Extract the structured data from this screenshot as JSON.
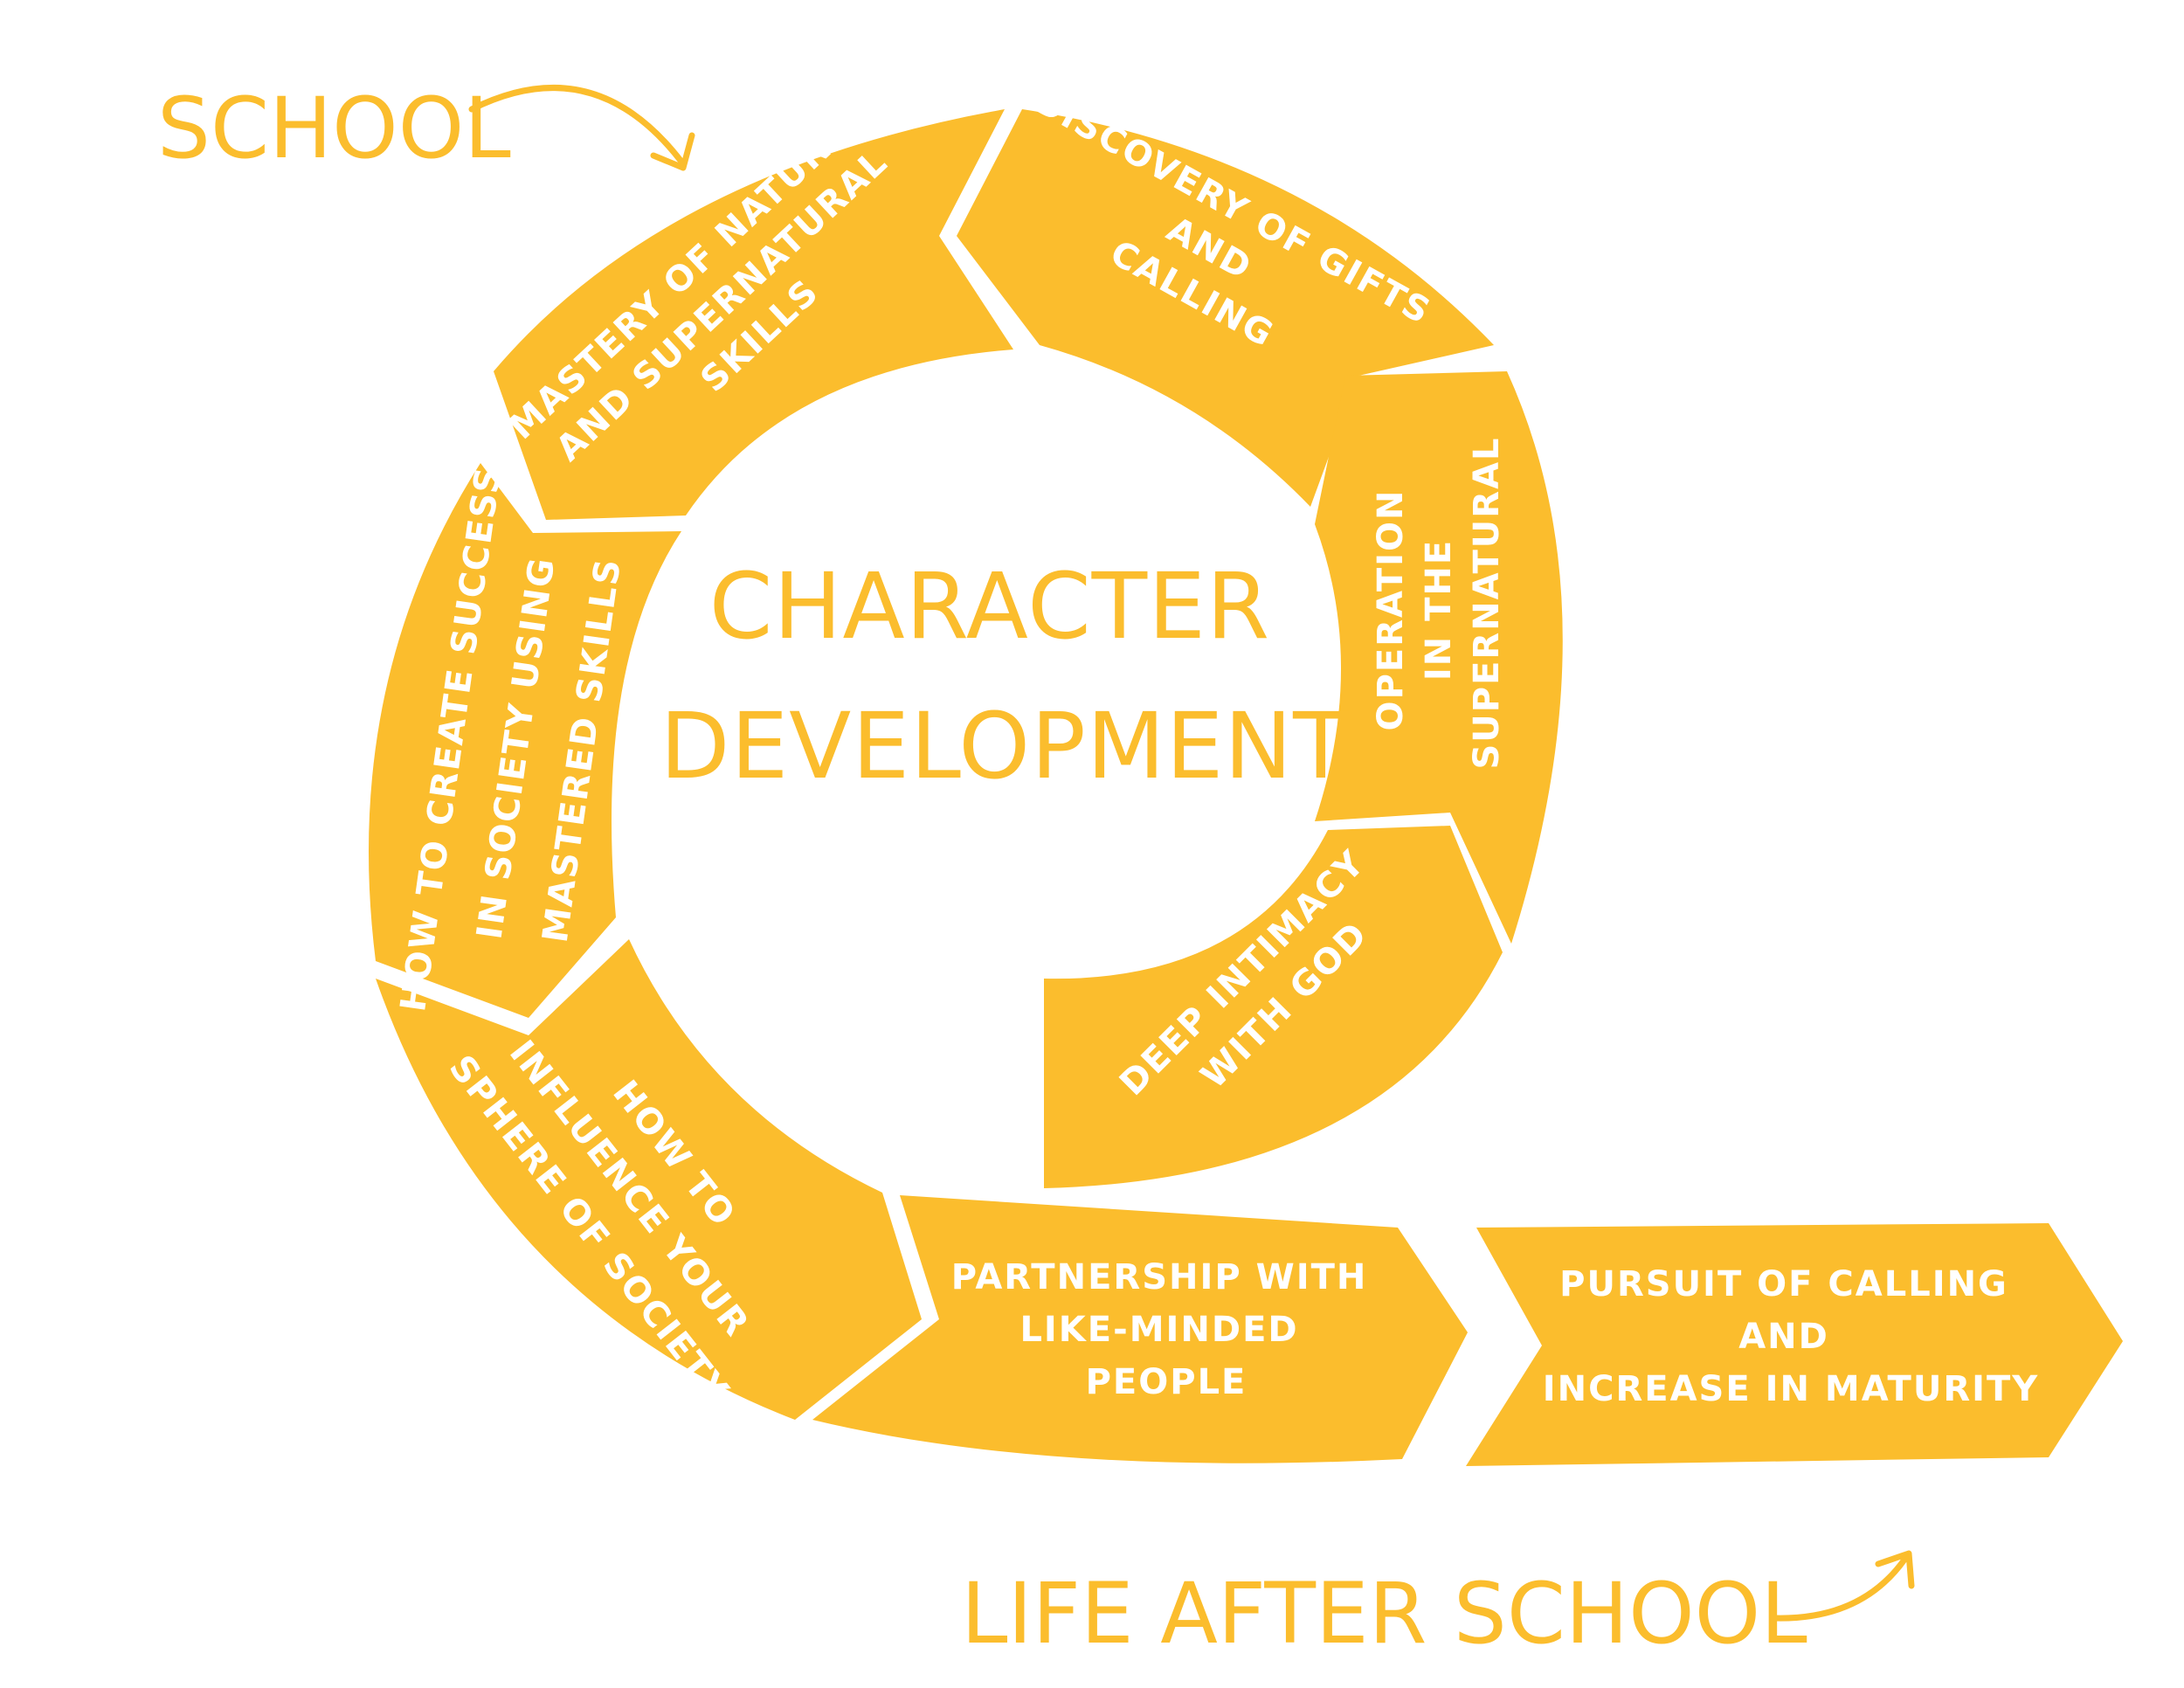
{
  "labels": {
    "school": "SCHOOL",
    "life_after_school": "LIFE AFTER SCHOOL"
  },
  "center": {
    "line1": "CHARACTER",
    "line2": "DEVELOPMENT"
  },
  "segments": {
    "mastery": [
      "MASTERY OF NATURAL",
      "AND SUPERNATURAL",
      "SKILLS"
    ],
    "discovery": [
      "DISCOVERY OF GIFTS",
      "AND",
      "CALLING"
    ],
    "operation": [
      "OPERATION",
      "IN THE",
      "SUPERNATURAL"
    ],
    "intimacy": [
      "DEEP INTIMACY",
      "WITH GOD"
    ],
    "success": [
      "HOW TO CREATE SUCCESS",
      "IN SOCIETY USING",
      "MASTERED SKILLS"
    ],
    "influence": [
      "HOW TO",
      "INFLUENCE YOUR",
      "SPHERE OF SOCIETY"
    ],
    "partnership": [
      "PARTNERSHIP WITH",
      "LIKE-MINDED",
      "PEOPLE"
    ],
    "pursuit": [
      "PURSUIT OF CALLING",
      "AND",
      "INCREASE IN MATURITY"
    ]
  },
  "colors": {
    "accent": "#FBBD2D",
    "background": "#FFFFFF",
    "segment_text": "#FFFFFF"
  }
}
